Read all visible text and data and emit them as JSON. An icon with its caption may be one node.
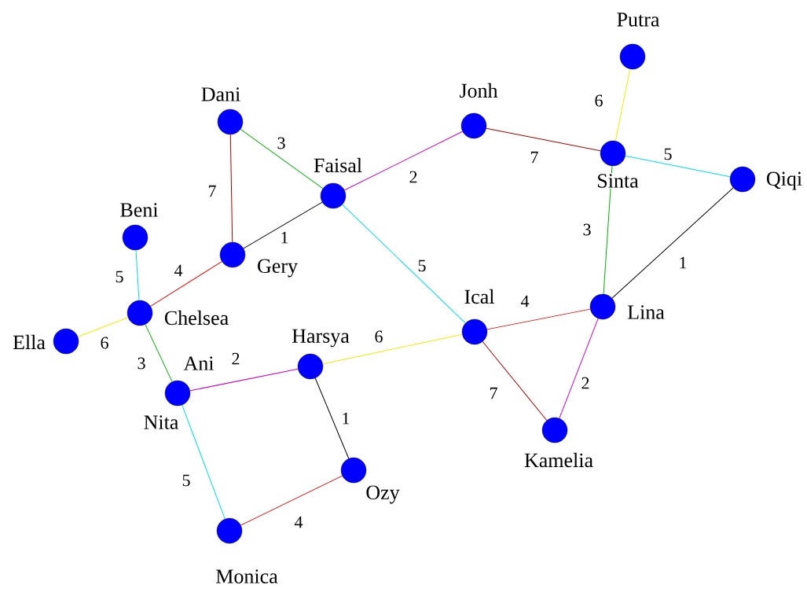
{
  "diagram": {
    "nodes": [
      {
        "text": [],
        "shape": "circle",
        "beside": [
          "Putra"
        ]
      },
      {
        "text": [],
        "shape": "circle",
        "beside": [
          "Dani"
        ]
      },
      {
        "text": [],
        "shape": "circle",
        "beside": [
          "Jonh"
        ]
      },
      {
        "text": [],
        "shape": "circle",
        "beside": [
          "Sinta"
        ]
      },
      {
        "text": [],
        "shape": "circle",
        "beside": [
          "Qiqi"
        ]
      },
      {
        "text": [],
        "shape": "circle",
        "beside": [
          "Faisal"
        ]
      },
      {
        "text": [],
        "shape": "circle",
        "beside": [
          "Beni"
        ]
      },
      {
        "text": [],
        "shape": "circle",
        "beside": [
          "Gery"
        ]
      },
      {
        "text": [],
        "shape": "circle",
        "beside": [
          "Chelsea"
        ]
      },
      {
        "text": [],
        "shape": "circle",
        "beside": [
          "Lina"
        ]
      },
      {
        "text": [],
        "shape": "circle",
        "beside": [
          "Ella"
        ]
      },
      {
        "text": [],
        "shape": "circle",
        "beside": [
          "Ical"
        ]
      },
      {
        "text": [],
        "shape": "circle",
        "beside": [
          "Harsya"
        ]
      },
      {
        "text": [],
        "shape": "circle",
        "beside": [
          "Ani",
          "Nita"
        ]
      },
      {
        "text": [],
        "shape": "circle",
        "beside": [
          "Kamelia"
        ]
      },
      {
        "text": [],
        "shape": "circle",
        "beside": [
          "Ozy"
        ]
      },
      {
        "text": [],
        "shape": "circle",
        "beside": [
          "Monica"
        ]
      }
    ],
    "edges": [
      {
        "from": 0,
        "to": 3,
        "arrow": "none",
        "label": "6",
        "color": "#eeee00"
      },
      {
        "from": 1,
        "to": 5,
        "arrow": "none",
        "label": "3",
        "color": "#00b000"
      },
      {
        "from": 1,
        "to": 7,
        "arrow": "none",
        "label": "7",
        "color": "#aa0000"
      },
      {
        "from": 2,
        "to": 5,
        "arrow": "none",
        "label": "2",
        "color": "#cc00cc"
      },
      {
        "from": 2,
        "to": 3,
        "arrow": "none",
        "label": "7",
        "color": "#aa0000"
      },
      {
        "from": 3,
        "to": 4,
        "arrow": "none",
        "label": "5",
        "color": "#00e0e0"
      },
      {
        "from": 3,
        "to": 9,
        "arrow": "none",
        "label": "3",
        "color": "#00b000"
      },
      {
        "from": 4,
        "to": 9,
        "arrow": "none",
        "label": "1",
        "color": "#000000"
      },
      {
        "from": 5,
        "to": 7,
        "arrow": "none",
        "label": "1",
        "color": "#000000"
      },
      {
        "from": 5,
        "to": 11,
        "arrow": "none",
        "label": "5",
        "color": "#00e0e0"
      },
      {
        "from": 6,
        "to": 8,
        "arrow": "none",
        "label": "5",
        "color": "#00e0e0"
      },
      {
        "from": 7,
        "to": 8,
        "arrow": "none",
        "label": "4",
        "color": "#ee0000"
      },
      {
        "from": 8,
        "to": 10,
        "arrow": "none",
        "label": "6",
        "color": "#eeee00"
      },
      {
        "from": 8,
        "to": 13,
        "arrow": "none",
        "label": "3",
        "color": "#00b000"
      },
      {
        "from": 11,
        "to": 9,
        "arrow": "none",
        "label": "4",
        "color": "#ee0000"
      },
      {
        "from": 12,
        "to": 11,
        "arrow": "none",
        "label": "6",
        "color": "#eeee00"
      },
      {
        "from": 11,
        "to": 14,
        "arrow": "none",
        "label": "7",
        "color": "#aa0000"
      },
      {
        "from": 9,
        "to": 14,
        "arrow": "none",
        "label": "2",
        "color": "#cc00cc"
      },
      {
        "from": 13,
        "to": 12,
        "arrow": "none",
        "label": "2",
        "color": "#cc00cc"
      },
      {
        "from": 12,
        "to": 15,
        "arrow": "none",
        "label": "1",
        "color": "#000000"
      },
      {
        "from": 13,
        "to": 16,
        "arrow": "none",
        "label": "5",
        "color": "#00e0e0"
      },
      {
        "from": 15,
        "to": 16,
        "arrow": "none",
        "label": "4",
        "color": "#ee0000"
      }
    ]
  }
}
